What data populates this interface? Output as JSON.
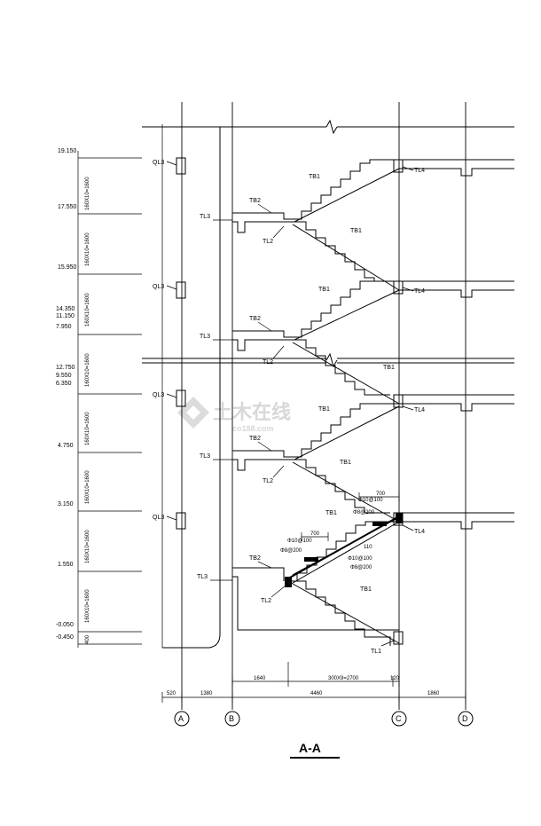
{
  "title": "A-A",
  "axes": [
    "A",
    "B",
    "C",
    "D"
  ],
  "elevations": [
    "19.150",
    "17.550",
    "15.950",
    "14.350",
    "11.150",
    "7.950",
    "12.750",
    "9.550",
    "6.350",
    "4.750",
    "3.150",
    "1.550",
    "-0.050",
    "-0.450"
  ],
  "flight_dims": [
    "160X10=1600",
    "160X10=1600",
    "160X10=1600",
    "160X10=1600",
    "160X10=1600",
    "160X10=1600",
    "160X10=1600",
    "160X10=1600",
    "400"
  ],
  "beams": {
    "ql3": "QL3",
    "tl1": "TL1",
    "tl2": "TL2",
    "tl3": "TL3",
    "tl4": "TL4",
    "tb1": "TB1",
    "tb2": "TB2"
  },
  "dimensions": {
    "d520": "520",
    "d1380": "1380",
    "d4460": "4460",
    "d1860": "1860",
    "d1640": "1640",
    "d2700": "300X9=2700",
    "d120": "120",
    "d700": "700"
  },
  "rebar": {
    "r1": "Φ10@100",
    "r2": "Φ8@200",
    "r3": "Φ10@100",
    "r4": "Φ8@200",
    "r5": "Φ10@100",
    "r6": "Φ8@200",
    "r7": "110"
  },
  "watermark": {
    "main": "土木在线",
    "sub": "co188.com"
  }
}
